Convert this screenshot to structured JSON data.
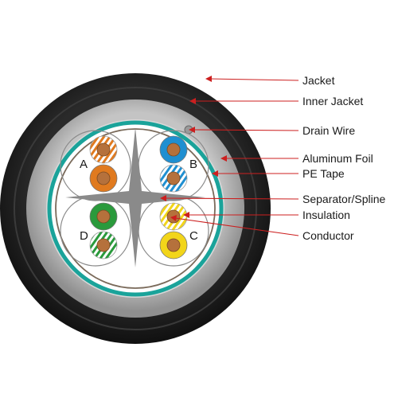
{
  "colors": {
    "jacket": "#1c1c1c",
    "inner_jacket": "#a9a9a9",
    "aluminum_foil": "#d9d9d9",
    "pe_tape": "#1aa39a",
    "separator": "#8a8a8a",
    "conductor": "#b5713c",
    "leader": "#cc1f1f",
    "pair_outline": "#8a8a8a"
  },
  "pairs": [
    {
      "letter": "A",
      "solid": "Orange",
      "solid_color": "#e07a1f",
      "stripe_color": "#e07a1f"
    },
    {
      "letter": "B",
      "solid": "Blue",
      "solid_color": "#1f8fd1",
      "stripe_color": "#1f8fd1"
    },
    {
      "letter": "C",
      "solid": "Yellow",
      "solid_color": "#f2d51a",
      "stripe_color": "#f2d51a"
    },
    {
      "letter": "D",
      "solid": "Green",
      "solid_color": "#2a9a3c",
      "stripe_color": "#2a9a3c"
    }
  ],
  "callouts": [
    {
      "label": "Jacket"
    },
    {
      "label": "Inner Jacket"
    },
    {
      "label": "Drain Wire"
    },
    {
      "label": "Aluminum Foil"
    },
    {
      "label": "PE Tape"
    },
    {
      "label": "Separator/Spline"
    },
    {
      "label": "Insulation"
    },
    {
      "label": "Conductor"
    }
  ]
}
